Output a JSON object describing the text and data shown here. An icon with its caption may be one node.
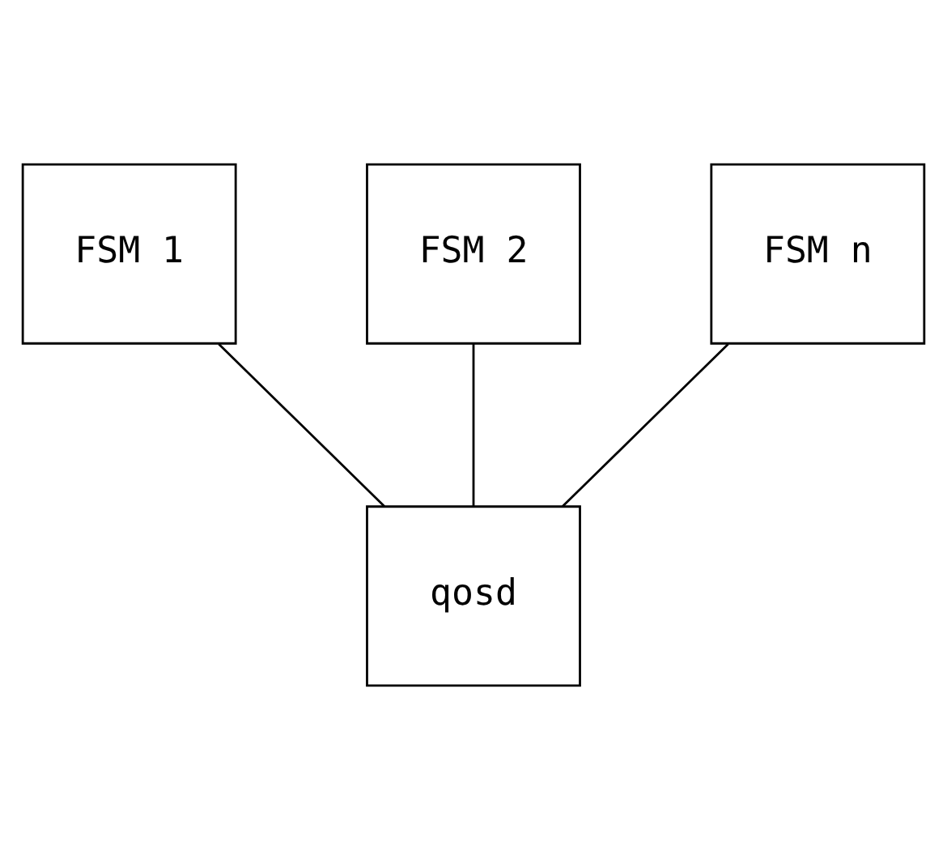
{
  "diagram": {
    "nodes": [
      {
        "text": [
          "FSM 1"
        ]
      },
      {
        "text": [
          "FSM 2"
        ]
      },
      {
        "text": [
          "FSM n"
        ]
      },
      {
        "text": [
          "qosd"
        ]
      }
    ],
    "edges": [
      {
        "from": 0,
        "to": 3,
        "arrow": "none"
      },
      {
        "from": 1,
        "to": 3,
        "arrow": "none"
      },
      {
        "from": 2,
        "to": 3,
        "arrow": "none"
      }
    ]
  }
}
